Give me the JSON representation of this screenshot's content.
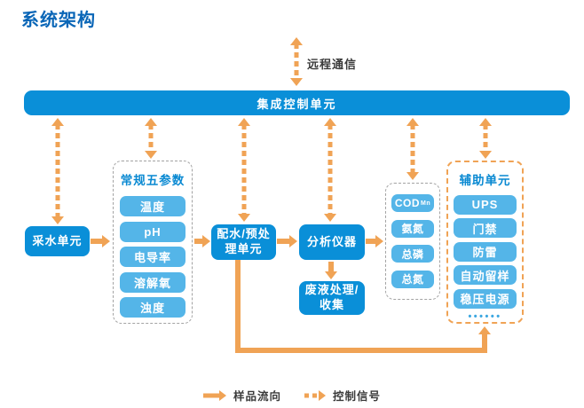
{
  "title": "系统架构",
  "remote_label": "远程通信",
  "control_bar": "集成控制单元",
  "nodes": {
    "water_intake": "采水单元",
    "five_params": {
      "title": "常规五参数",
      "items": [
        "温度",
        "pH",
        "电导率",
        "溶解氧",
        "浊度"
      ]
    },
    "pretreatment": "配水/预处理单元",
    "analyzer": "分析仪器",
    "waste": "废液处理/收集",
    "analytes": {
      "cod_main": "COD",
      "cod_sub": "Mn",
      "items": [
        "氨氮",
        "总磷",
        "总氮"
      ]
    },
    "auxiliary": {
      "title": "辅助单元",
      "items": [
        "UPS",
        "门禁",
        "防雷",
        "自动留样",
        "稳压电源"
      ],
      "more_dots": "••••••"
    }
  },
  "legend": {
    "sample_flow": "样品流向",
    "control_signal": "控制信号"
  },
  "colors": {
    "primary_blue": "#0a8fd8",
    "light_blue": "#54b5e8",
    "accent_orange": "#f0a355",
    "title_blue": "#0a66b7"
  }
}
